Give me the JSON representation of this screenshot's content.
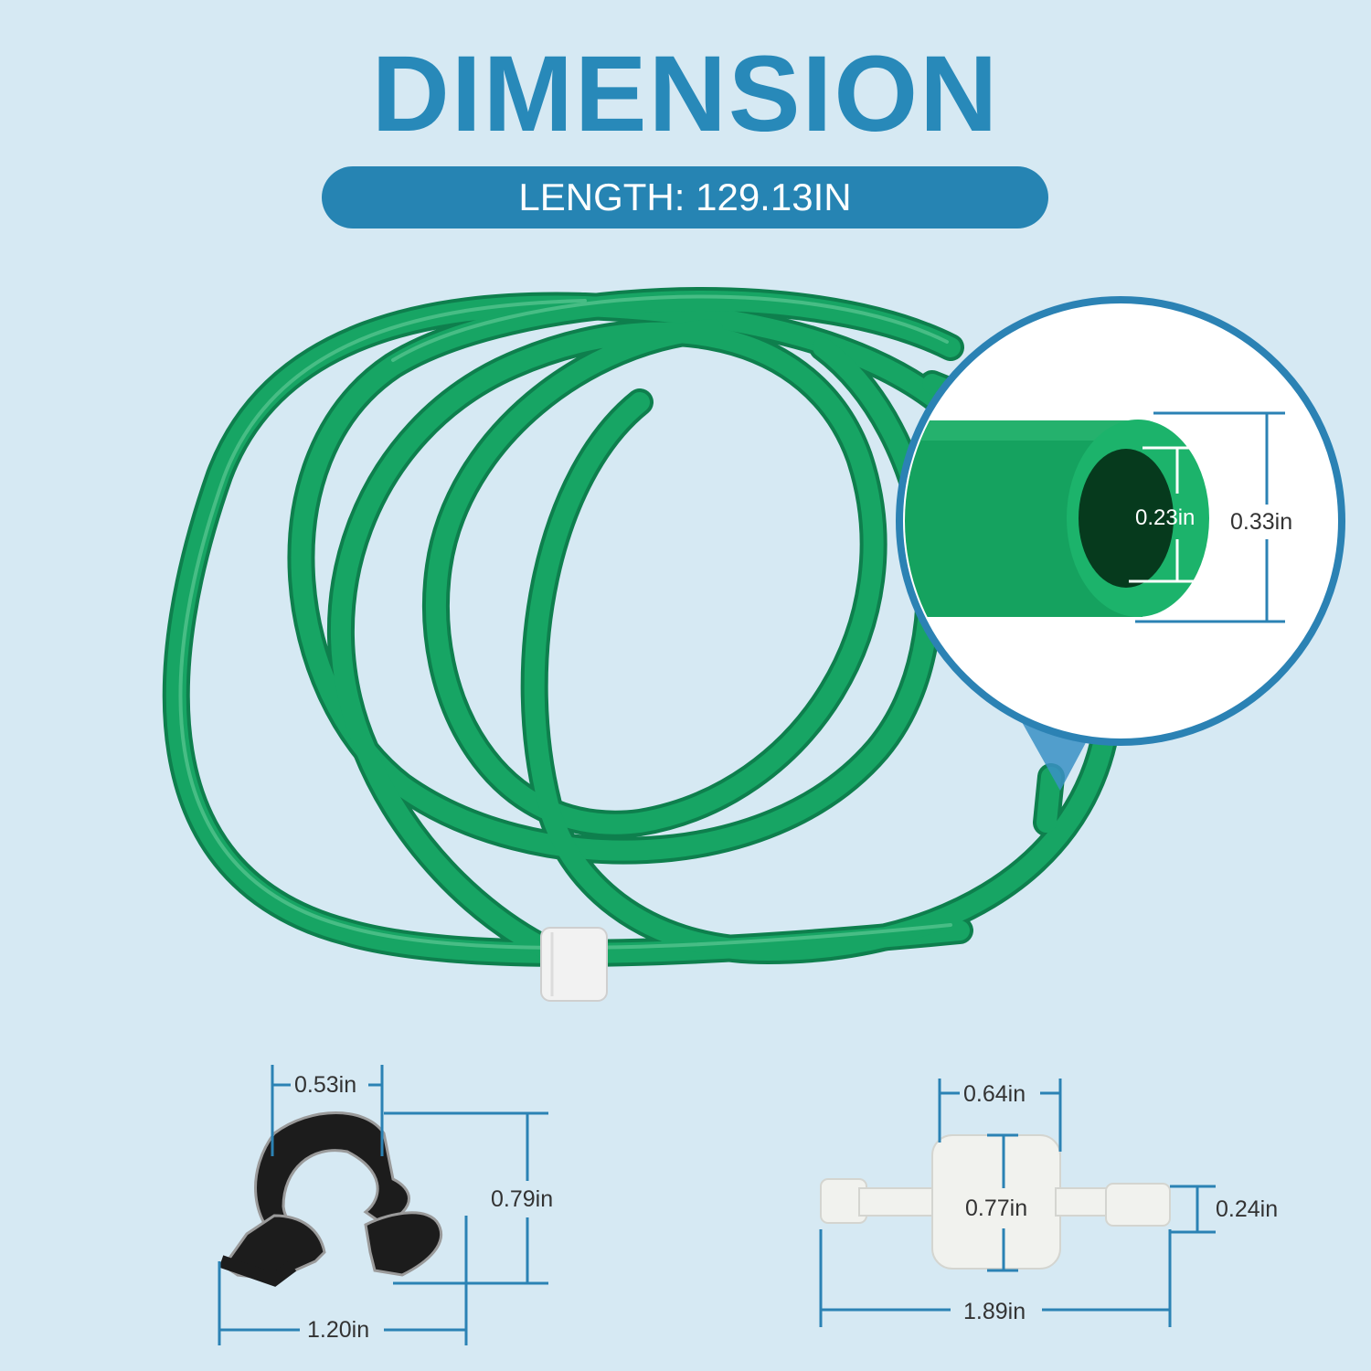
{
  "header": {
    "title": "DIMENSION",
    "length_label": "LENGTH: 129.13IN"
  },
  "tube_zoom": {
    "inner_diameter": "0.23in",
    "outer_diameter": "0.33in"
  },
  "clamp": {
    "opening_width": "0.53in",
    "height": "0.79in",
    "total_width": "1.20in"
  },
  "valve": {
    "body_width": "0.64in",
    "body_height": "0.77in",
    "barb_diameter": "0.24in",
    "total_length": "1.89in"
  },
  "colors": {
    "background": "#d6e9f3",
    "accent_blue": "#2684b3",
    "tube_green": "#129a5f",
    "clamp_black": "#1c1c1c",
    "valve_white": "#f1f2ee"
  }
}
